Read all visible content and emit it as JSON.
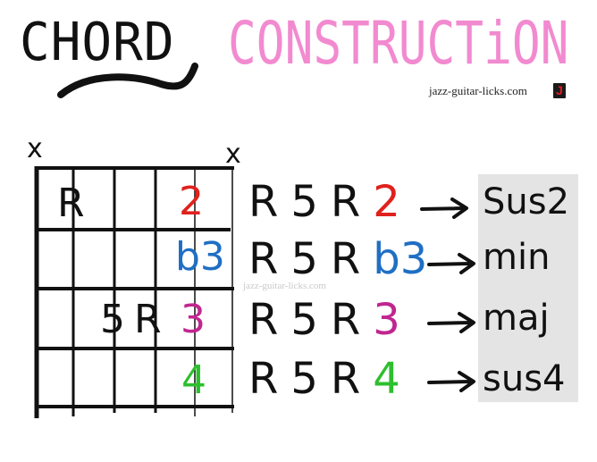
{
  "header": {
    "title_part1": "CHORD",
    "title_part2": "CONSTRUCTiON",
    "site": "jazz-guitar-licks.com",
    "logo_letter": "J",
    "colors": {
      "title_part1": "#111111",
      "title_part2": "#f28ad0",
      "logo_bg": "#1a1a1a",
      "logo_letter": "#e31b23"
    }
  },
  "watermark": "jazz-guitar-licks.com",
  "fretboard": {
    "muted_strings": [
      "x",
      "x"
    ],
    "strings": 6,
    "frets": 4,
    "notes": [
      {
        "label": "R",
        "fret": 1,
        "string": 2,
        "color": "#111111"
      },
      {
        "label": "2",
        "fret": 1,
        "string": 5,
        "color": "#e0211d"
      },
      {
        "label": "b3",
        "fret": 2,
        "string": 5,
        "color": "#1f6fc4"
      },
      {
        "label": "5",
        "fret": 3,
        "string": 3,
        "color": "#111111"
      },
      {
        "label": "R",
        "fret": 3,
        "string": 4,
        "color": "#111111"
      },
      {
        "label": "3",
        "fret": 3,
        "string": 5,
        "color": "#c0268f"
      },
      {
        "label": "4",
        "fret": 4,
        "string": 5,
        "color": "#2dbf2d"
      }
    ]
  },
  "formulas": [
    {
      "notes": [
        "R",
        "5",
        "R"
      ],
      "interval": "2",
      "interval_color": "#e0211d",
      "arrow": "→",
      "result": "Sus2"
    },
    {
      "notes": [
        "R",
        "5",
        "R"
      ],
      "interval": "b3",
      "interval_color": "#1f6fc4",
      "arrow": "→",
      "result": "min"
    },
    {
      "notes": [
        "R",
        "5",
        "R"
      ],
      "interval": "3",
      "interval_color": "#c0268f",
      "arrow": "→",
      "result": "maj"
    },
    {
      "notes": [
        "R",
        "5",
        "R"
      ],
      "interval": "4",
      "interval_color": "#2dbf2d",
      "arrow": "→",
      "result": "sus4"
    }
  ]
}
